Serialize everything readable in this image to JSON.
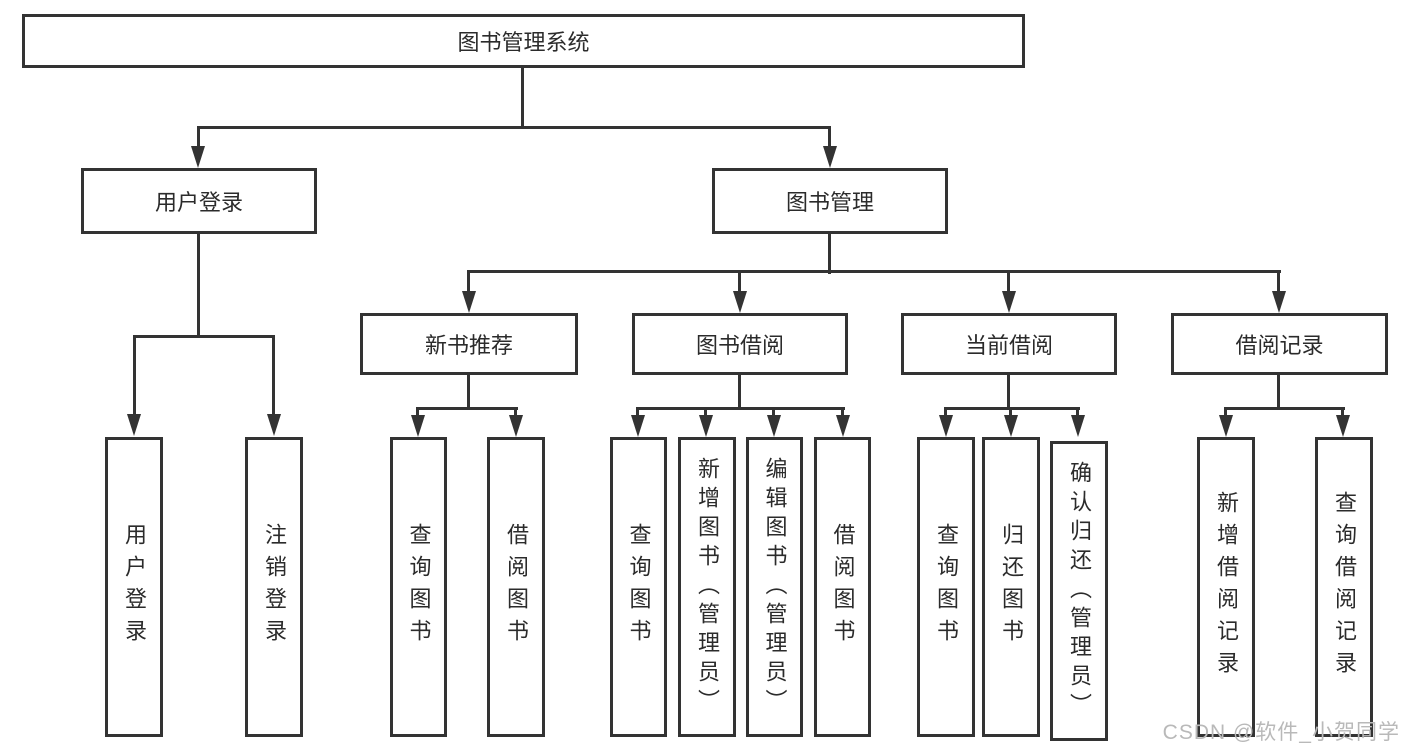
{
  "diagram": {
    "title": "图书管理系统",
    "branches": [
      {
        "label": "用户登录",
        "children": [
          {
            "label": "用户登录"
          },
          {
            "label": "注销登录"
          }
        ]
      },
      {
        "label": "图书管理",
        "children": [
          {
            "label": "新书推荐",
            "children": [
              {
                "label": "查询图书"
              },
              {
                "label": "借阅图书"
              }
            ]
          },
          {
            "label": "图书借阅",
            "children": [
              {
                "label": "查询图书"
              },
              {
                "label": "新增图书（管理员）"
              },
              {
                "label": "编辑图书（管理员）"
              },
              {
                "label": "借阅图书"
              }
            ]
          },
          {
            "label": "当前借阅",
            "children": [
              {
                "label": "查询图书"
              },
              {
                "label": "归还图书"
              },
              {
                "label": "确认归还（管理员）"
              }
            ]
          },
          {
            "label": "借阅记录",
            "children": [
              {
                "label": "新增借阅记录"
              },
              {
                "label": "查询借阅记录"
              }
            ]
          }
        ]
      }
    ]
  },
  "colors": {
    "line": "#333333",
    "text": "#2b2b2b",
    "watermark": "#b9b9b9"
  },
  "watermark": {
    "text": "CSDN @软件_小贺同学"
  }
}
